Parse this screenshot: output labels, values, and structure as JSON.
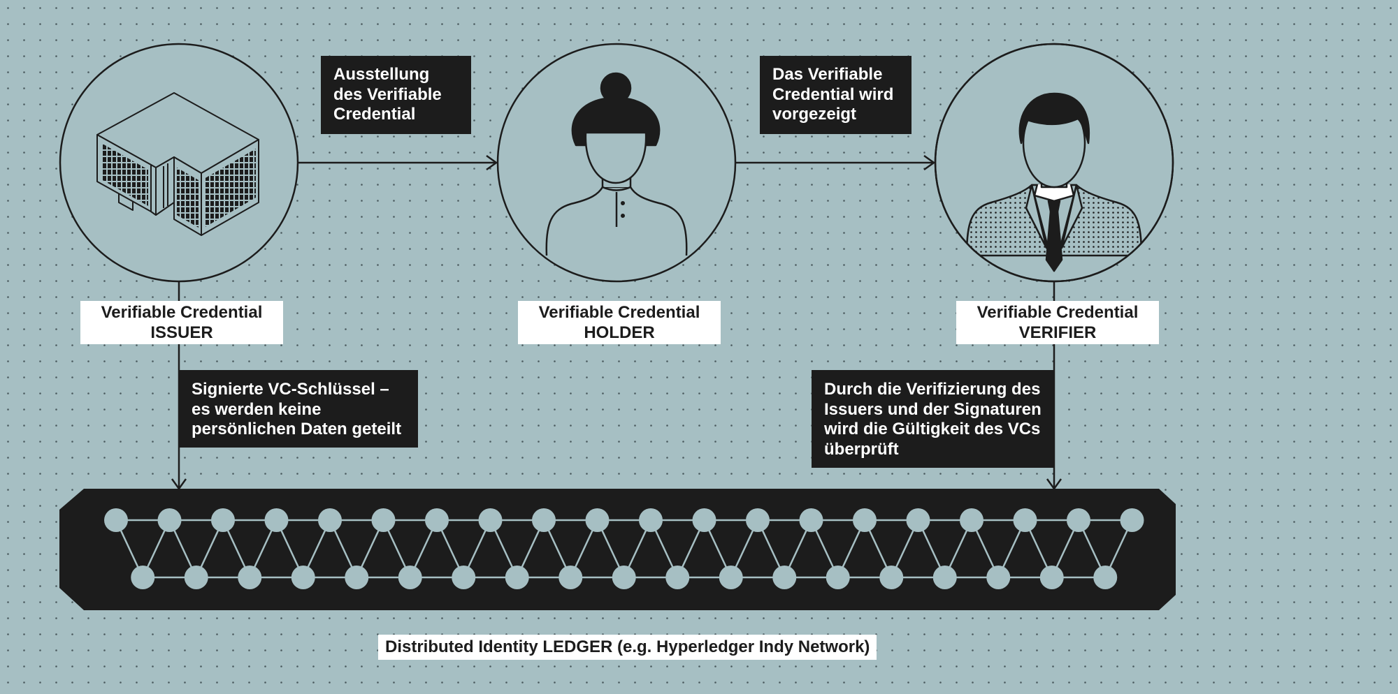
{
  "diagram": {
    "flow_notes": {
      "issuance": [
        "Ausstellung",
        "des Verifiable",
        "Credential"
      ],
      "presentation": [
        "Das Verifiable",
        "Credential wird",
        "vorgezeigt"
      ]
    },
    "roles": [
      {
        "title": "Verifiable Credential",
        "role": "ISSUER",
        "icon": "office-building-icon"
      },
      {
        "title": "Verifiable Credential",
        "role": "HOLDER",
        "icon": "woman-avatar-icon"
      },
      {
        "title": "Verifiable Credential",
        "role": "VERIFIER",
        "icon": "businessman-avatar-icon"
      }
    ],
    "ledger_notes": {
      "issuer": [
        "Signierte VC-Schlüssel –",
        "es werden keine",
        "persönlichen Daten geteilt"
      ],
      "verifier": [
        "Durch die Verifizierung des",
        "Issuers und der Signaturen",
        "wird die Gültigkeit des VCs",
        "überprüft"
      ]
    },
    "ledger": {
      "label": "Distributed Identity LEDGER (e.g. Hyperledger Indy Network)",
      "top_row_nodes": 20,
      "bottom_row_nodes": 19
    },
    "colors": {
      "background": "#a6bfc3",
      "ink": "#1c1c1c",
      "label_background": "#ffffff",
      "node_fill": "#a6bfc3"
    }
  }
}
